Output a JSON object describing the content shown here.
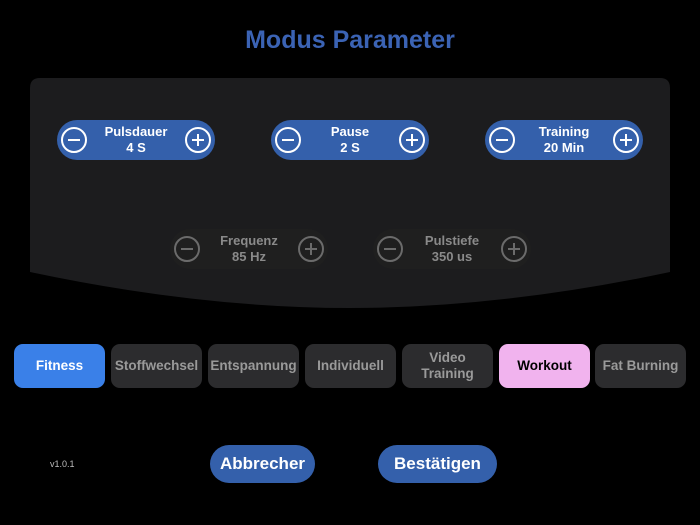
{
  "page_title": "Modus Parameter",
  "colors": {
    "title": "#3b63b4",
    "active_stepper": "#3460ab",
    "inactive_stepper": "#1f1f1f",
    "panel": "#1c1c1e",
    "mode_default": "#2c2c2e",
    "mode_selected_blue": "#3a80e8",
    "mode_selected_pink": "#f1b3ee"
  },
  "parameters": [
    {
      "label": "Pulsdauer",
      "value": "4 S",
      "enabled": true
    },
    {
      "label": "Pause",
      "value": "2 S",
      "enabled": true
    },
    {
      "label": "Training",
      "value": "20 Min",
      "enabled": true
    },
    {
      "label": "Frequenz",
      "value": "85 Hz",
      "enabled": false
    },
    {
      "label": "Pulstiefe",
      "value": "350 us",
      "enabled": false
    }
  ],
  "modes": [
    {
      "label": "Fitness",
      "state": "selected-blue"
    },
    {
      "label": "Stoffwechsel",
      "state": "default"
    },
    {
      "label": "Entspannung",
      "state": "default"
    },
    {
      "label": "Individuell",
      "state": "default"
    },
    {
      "label": "Video\nTraining",
      "state": "default"
    },
    {
      "label": "Workout",
      "state": "selected-pink"
    },
    {
      "label": "Fat Burning",
      "state": "default"
    }
  ],
  "version": "v1.0.1",
  "actions": {
    "cancel_label": "Abbrecher",
    "confirm_label": "Bestätigen"
  }
}
